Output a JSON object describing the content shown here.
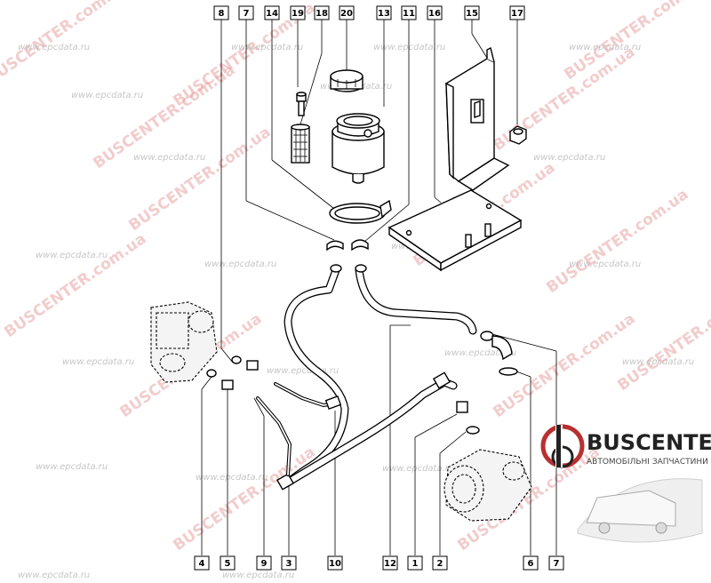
{
  "callouts_top": [
    "8",
    "7",
    "14",
    "19",
    "18",
    "20",
    "13",
    "11",
    "16",
    "15",
    "17"
  ],
  "callouts_bottom": [
    "4",
    "5",
    "9",
    "3",
    "10",
    "12",
    "1",
    "2",
    "6",
    "7"
  ],
  "watermark": {
    "brand_a": "BUSCENTER.com.ua",
    "site_b": "www.epcdata.ru"
  },
  "logo": {
    "brand": "BUSCENTER",
    "subtitle": "АВТОМОБІЛЬНІ ЗАПЧАСТИНИ"
  }
}
